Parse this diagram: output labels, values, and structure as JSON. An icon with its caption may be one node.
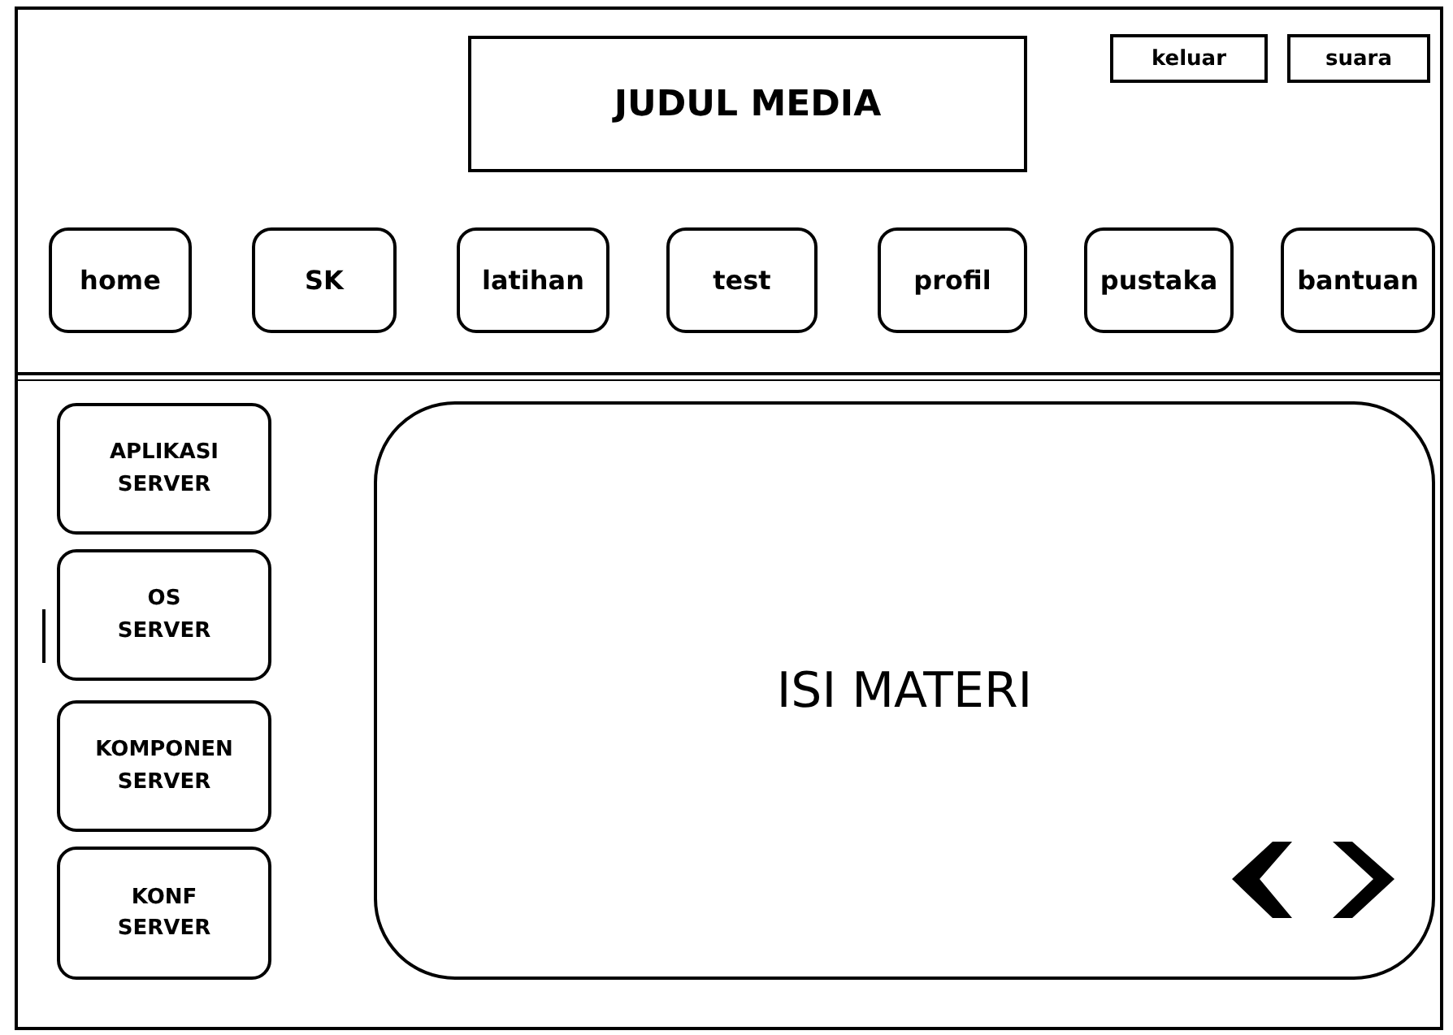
{
  "diagram": {
    "nodes": [
      {
        "text": [
          "JUDUL MEDIA"
        ]
      },
      {
        "text": [
          "keluar"
        ]
      },
      {
        "text": [
          "suara"
        ]
      },
      {
        "text": [
          "home"
        ]
      },
      {
        "text": [
          "SK"
        ]
      },
      {
        "text": [
          "latihan"
        ]
      },
      {
        "text": [
          "test"
        ]
      },
      {
        "text": [
          "profil"
        ]
      },
      {
        "text": [
          "pustaka"
        ]
      },
      {
        "text": [
          "bantuan"
        ]
      },
      {
        "text": [
          "APLIKASI SERVER"
        ]
      },
      {
        "text": [
          "OS SERVER"
        ]
      },
      {
        "text": [
          "KOMPONEN SERVER"
        ]
      },
      {
        "text": [
          "KONF SERVER"
        ]
      },
      {
        "text": [
          "ISI MATERI"
        ]
      }
    ]
  }
}
